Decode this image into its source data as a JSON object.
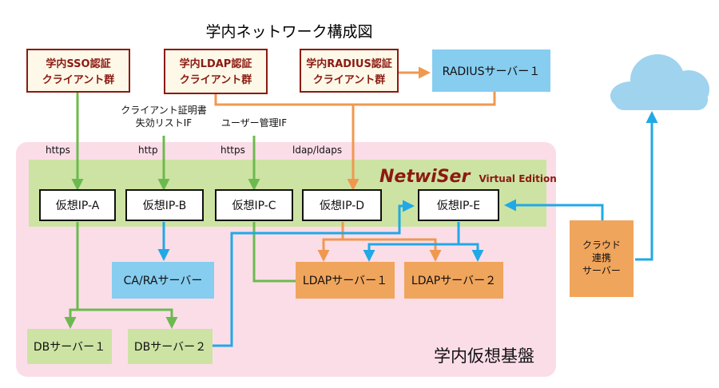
{
  "title": "学内ネットワーク構成図",
  "clients": {
    "sso": [
      "学内SSO認証",
      "クライアント群"
    ],
    "ldap": [
      "学内LDAP認証",
      "クライアント群"
    ],
    "radius": [
      "学内RADIUS認証",
      "クライアント群"
    ]
  },
  "radius_server": "RADIUSサーバー１",
  "cloud_icon": "cloud-icon",
  "protocols": {
    "https1": "https",
    "http": "http",
    "https2": "https",
    "ldap": "ldap/ldaps"
  },
  "interfaces": {
    "cert": [
      "クライアント証明書",
      "失効リストIF"
    ],
    "user": "ユーザー管理IF"
  },
  "product": {
    "name": "NetwiSer",
    "edition": "Virtual Edition"
  },
  "vips": [
    "仮想IP-A",
    "仮想IP-B",
    "仮想IP-C",
    "仮想IP-D",
    "仮想IP-E"
  ],
  "servers": {
    "cara": "CA/RAサーバー",
    "ldap1": "LDAPサーバー１",
    "ldap2": "LDAPサーバー２",
    "db1": "DBサーバー１",
    "db2": "DBサーバー２",
    "cloud_sync": [
      "クラウド",
      "連携",
      "サーバー"
    ]
  },
  "platform_label": "学内仮想基盤",
  "colors": {
    "platform_bg": "#fbdde8",
    "appliance_bg": "#cde3a3",
    "client_bg": "#fdf8e7",
    "client_border": "#8b1a12",
    "blue_box": "#86cdf0",
    "orange_box": "#f0a55c",
    "green_box": "#cde3a3",
    "green_line": "#6cba4f",
    "orange_line": "#f09850",
    "blue_line": "#20a9e6",
    "cloud": "#9fd3ee"
  }
}
